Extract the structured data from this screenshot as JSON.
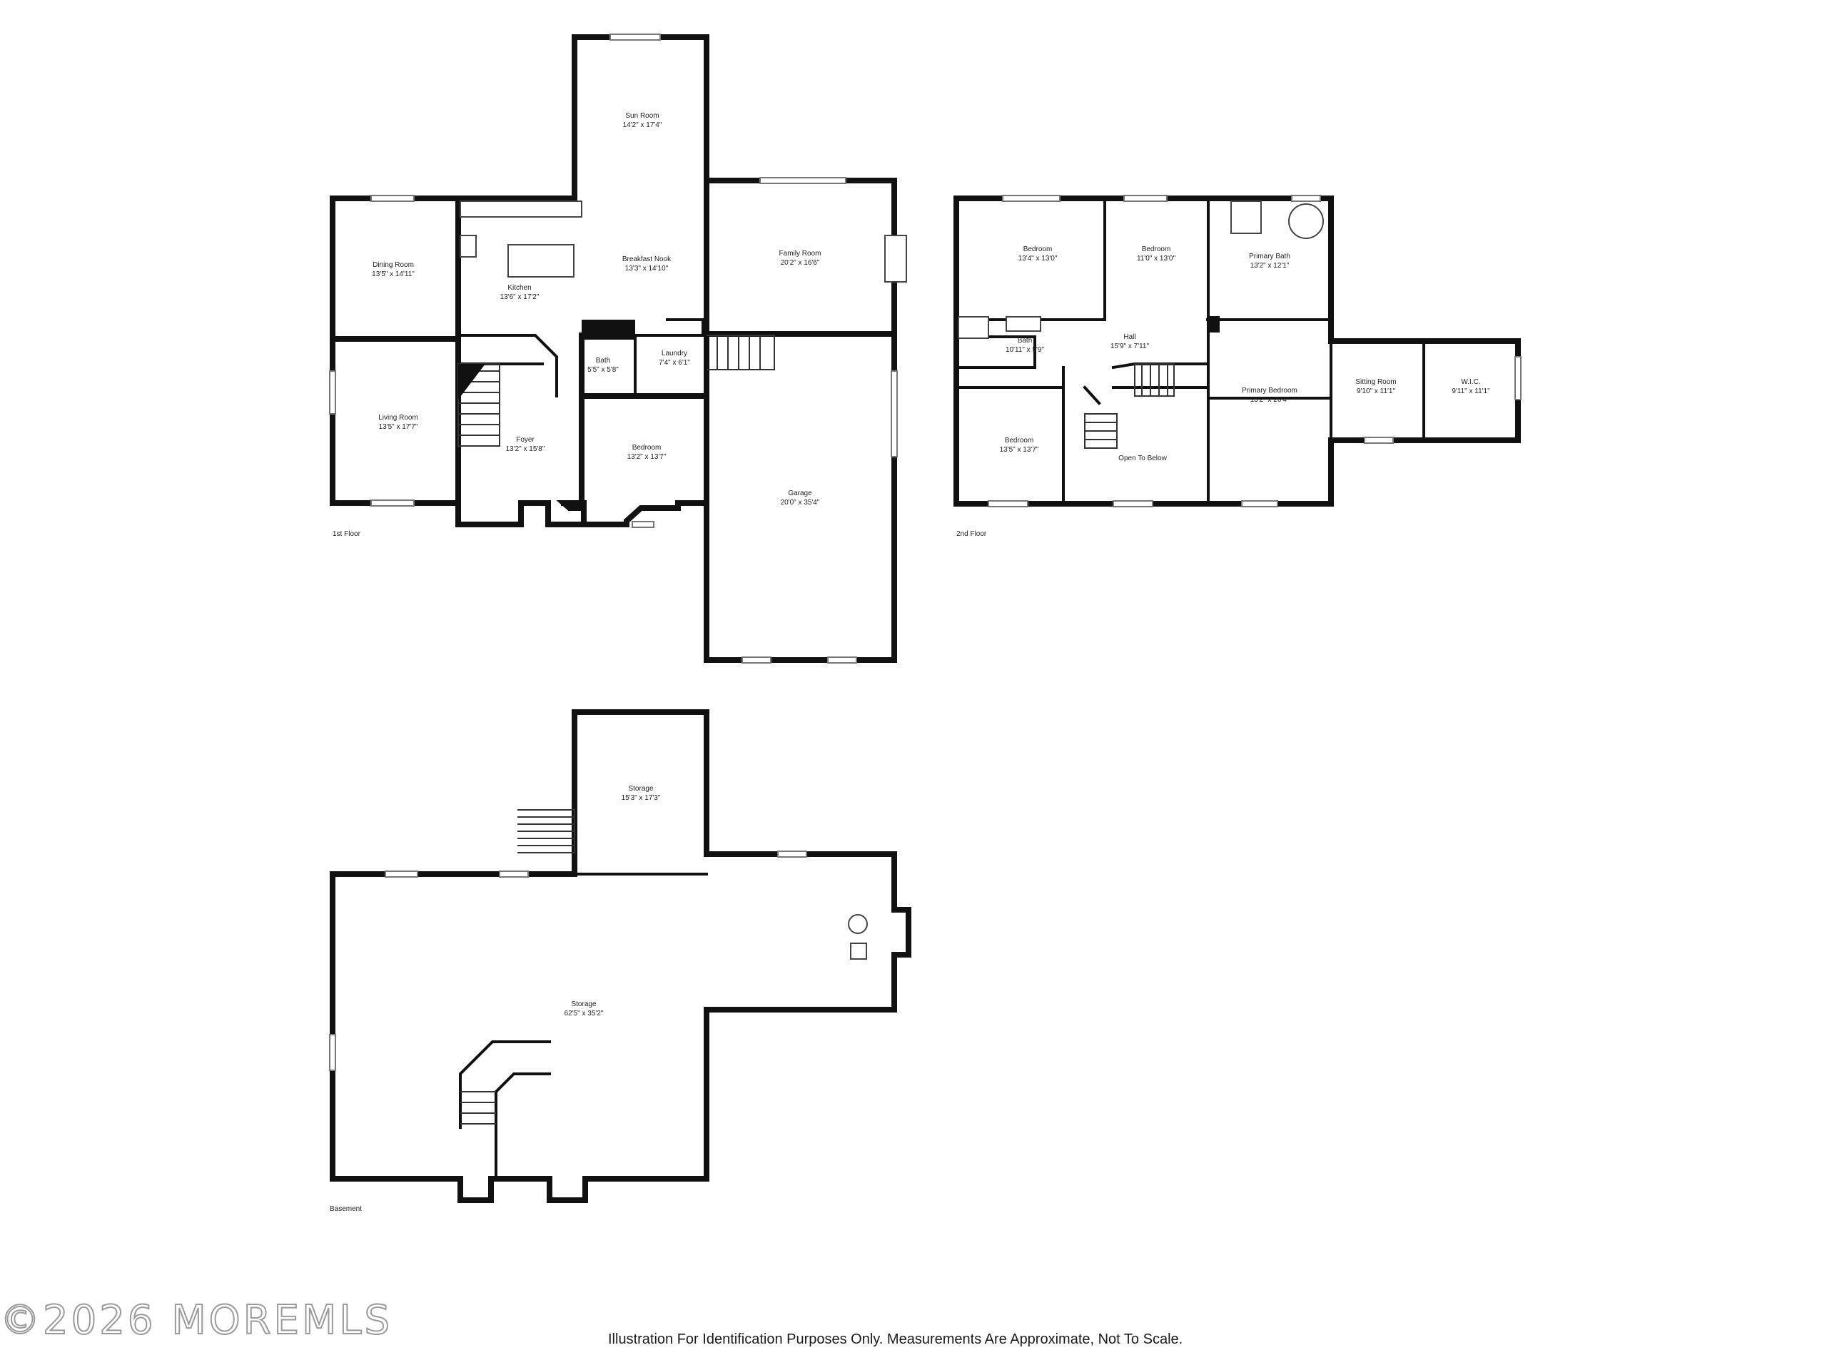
{
  "floors": {
    "first": {
      "label": "1st Floor",
      "rooms": {
        "sun_room": {
          "name": "Sun Room",
          "dim": "14'2\" x 17'4\""
        },
        "dining_room": {
          "name": "Dining Room",
          "dim": "13'5\" x 14'11\""
        },
        "kitchen": {
          "name": "Kitchen",
          "dim": "13'6\" x 17'2\""
        },
        "breakfast_nook": {
          "name": "Breakfast Nook",
          "dim": "13'3\" x 14'10\""
        },
        "family_room": {
          "name": "Family Room",
          "dim": "20'2\" x 16'6\""
        },
        "bath": {
          "name": "Bath",
          "dim": "5'5\" x 5'8\""
        },
        "laundry": {
          "name": "Laundry",
          "dim": "7'4\" x 6'1\""
        },
        "living_room": {
          "name": "Living Room",
          "dim": "13'5\" x 17'7\""
        },
        "foyer": {
          "name": "Foyer",
          "dim": "13'2\" x 15'8\""
        },
        "bedroom": {
          "name": "Bedroom",
          "dim": "13'2\" x 13'7\""
        },
        "garage": {
          "name": "Garage",
          "dim": "20'0\" x 35'4\""
        }
      }
    },
    "second": {
      "label": "2nd Floor",
      "rooms": {
        "bedroom_a": {
          "name": "Bedroom",
          "dim": "13'4\" x 13'0\""
        },
        "bedroom_b": {
          "name": "Bedroom",
          "dim": "11'0\" x 13'0\""
        },
        "primary_bath": {
          "name": "Primary Bath",
          "dim": "13'2\" x 12'1\""
        },
        "bath": {
          "name": "Bath",
          "dim": "10'11\" x 5'9\""
        },
        "hall": {
          "name": "Hall",
          "dim": "15'9\" x 7'11\""
        },
        "bedroom_c": {
          "name": "Bedroom",
          "dim": "13'5\" x 13'7\""
        },
        "open_to_below": {
          "name": "Open To Below",
          "dim": ""
        },
        "primary_bedroom": {
          "name": "Primary Bedroom",
          "dim": "13'2\" x 20'4\""
        },
        "sitting_room": {
          "name": "Sitting Room",
          "dim": "9'10\" x 11'1\""
        },
        "wic": {
          "name": "W.I.C.",
          "dim": "9'11\" x 11'1\""
        }
      }
    },
    "basement": {
      "label": "Basement",
      "rooms": {
        "storage_small": {
          "name": "Storage",
          "dim": "15'3\" x 17'3\""
        },
        "storage_main": {
          "name": "Storage",
          "dim": "62'5\" x 35'2\""
        }
      }
    }
  },
  "disclaimer": "Illustration For Identification Purposes Only. Measurements Are Approximate, Not To Scale.",
  "watermark": "©2026 MOREMLS",
  "colors": {
    "wall": "#111111",
    "background": "#ffffff",
    "watermark_stroke": "#9a9a9a"
  }
}
